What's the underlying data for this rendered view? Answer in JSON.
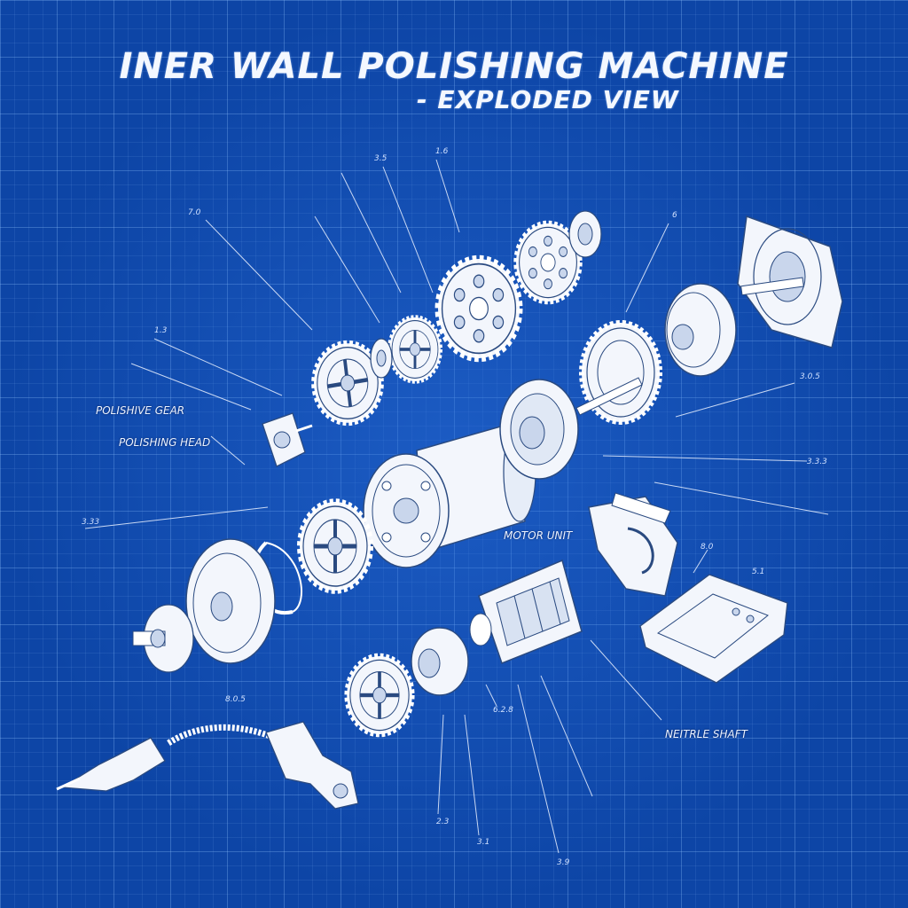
{
  "header": {
    "title": "INER WALL POLISHING MACHINE",
    "subtitle": "- EXPLODED VIEW"
  },
  "callouts": {
    "polishive_gear": "POLISHIVE GEAR",
    "polishing_head": "POLISHING HEAD",
    "motor_unit": "MOTOR UNIT",
    "flexible_shaft": "NEITRLE SHAFT"
  },
  "ref_numbers": {
    "n_top_left": "7.0",
    "n_top_a": "3.5",
    "n_top_b": "1.6",
    "n_top_right": "6",
    "n_left_a": "1.3",
    "n_left_b": "3.33",
    "n_right_a": "3.0.5",
    "n_right_b": "3.3.3",
    "n_right_c": "8.0",
    "n_right_d": "5.1",
    "n_bottom_a": "8.0.5",
    "n_bottom_b": "6.2.8",
    "n_bottom_c": "2.3",
    "n_bottom_d": "3.1",
    "n_bottom_e": "3.9"
  },
  "colors": {
    "background": "#0d45a6",
    "line": "#ffffff",
    "part_fill": "#f3f6fc",
    "part_shade": "#c9d6ec"
  }
}
